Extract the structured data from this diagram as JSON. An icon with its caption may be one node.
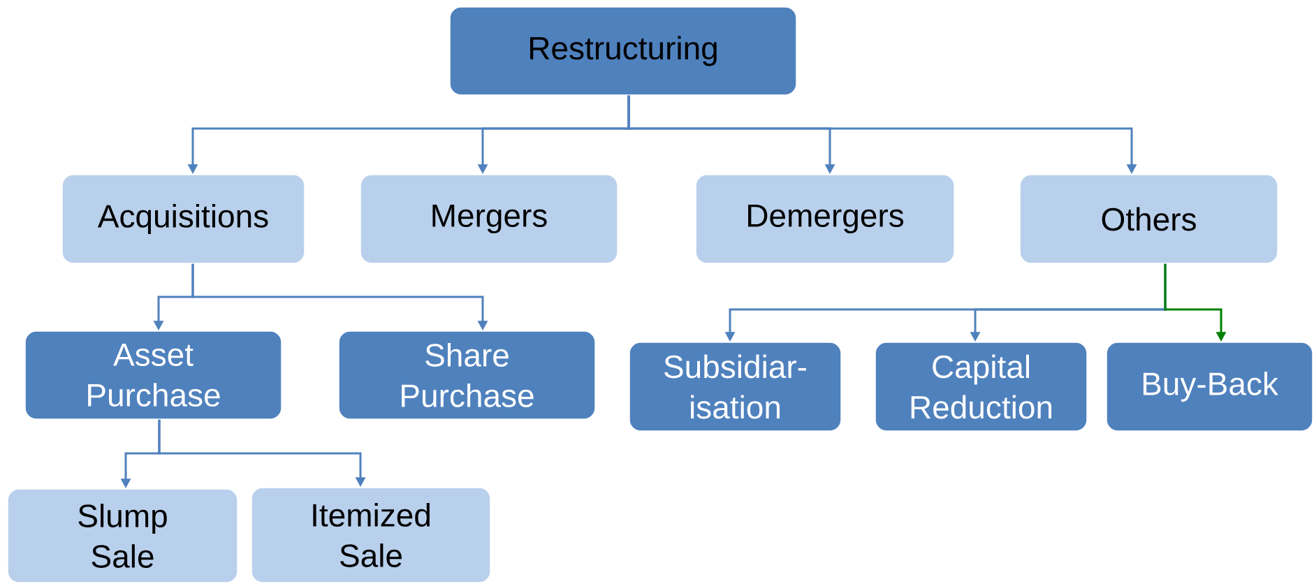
{
  "diagram": {
    "nodes": [
      {
        "text": [
          "Restructuring"
        ]
      },
      {
        "text": [
          "Acquisitions"
        ]
      },
      {
        "text": [
          "Mergers"
        ]
      },
      {
        "text": [
          "Demergers"
        ]
      },
      {
        "text": [
          "Others"
        ]
      },
      {
        "text": [
          "Asset Purchase"
        ]
      },
      {
        "text": [
          "Share Purchase"
        ]
      },
      {
        "text": [
          "Subsidiar- isation"
        ]
      },
      {
        "text": [
          "Capital Reduction"
        ]
      },
      {
        "text": [
          "Buy-Back"
        ]
      },
      {
        "text": [
          "Slump Sale"
        ]
      },
      {
        "text": [
          "Itemized Sale"
        ]
      }
    ],
    "edges": [
      {
        "from": 0,
        "to": 1,
        "arrow": "to"
      },
      {
        "from": 0,
        "to": 2,
        "arrow": "to"
      },
      {
        "from": 0,
        "to": 3,
        "arrow": "to"
      },
      {
        "from": 0,
        "to": 4,
        "arrow": "to"
      },
      {
        "from": 1,
        "to": 5,
        "arrow": "to"
      },
      {
        "from": 1,
        "to": 6,
        "arrow": "to"
      },
      {
        "from": 4,
        "to": 7,
        "arrow": "to"
      },
      {
        "from": 4,
        "to": 8,
        "arrow": "to"
      },
      {
        "from": 4,
        "to": 9,
        "arrow": "to",
        "color": "#008000"
      },
      {
        "from": 5,
        "to": 10,
        "arrow": "to"
      },
      {
        "from": 5,
        "to": 11,
        "arrow": "to"
      }
    ]
  }
}
